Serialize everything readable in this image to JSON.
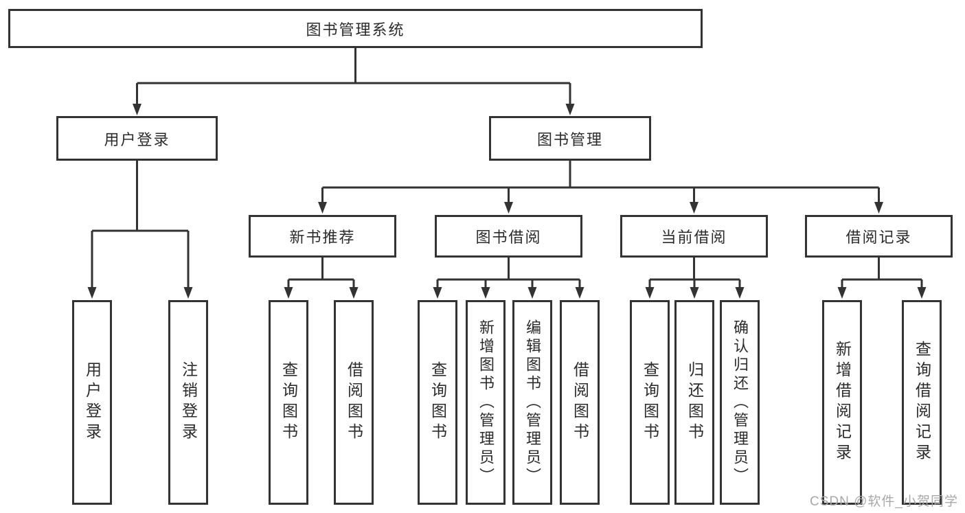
{
  "tree": {
    "label": "图书管理系统",
    "children": [
      {
        "label": "用户登录",
        "children": [
          {
            "label": "用户登录"
          },
          {
            "label": "注销登录"
          }
        ]
      },
      {
        "label": "图书管理",
        "children": [
          {
            "label": "新书推荐",
            "children": [
              {
                "label": "查询图书"
              },
              {
                "label": "借阅图书"
              }
            ]
          },
          {
            "label": "图书借阅",
            "children": [
              {
                "label": "查询图书"
              },
              {
                "label": "新增图书（管理员）"
              },
              {
                "label": "编辑图书（管理员）"
              },
              {
                "label": "借阅图书"
              }
            ]
          },
          {
            "label": "当前借阅",
            "children": [
              {
                "label": "查询图书"
              },
              {
                "label": "归还图书"
              },
              {
                "label": "确认归还（管理员）"
              }
            ]
          },
          {
            "label": "借阅记录",
            "children": [
              {
                "label": "新增借阅记录"
              },
              {
                "label": "查询借阅记录"
              }
            ]
          }
        ]
      }
    ]
  },
  "watermark": {
    "text": "CSDN @软件_小贺同学"
  },
  "colors": {
    "line": "#333333",
    "text": "#2b2b2b",
    "background": "#ffffff",
    "watermark": "#a8a8a8"
  }
}
